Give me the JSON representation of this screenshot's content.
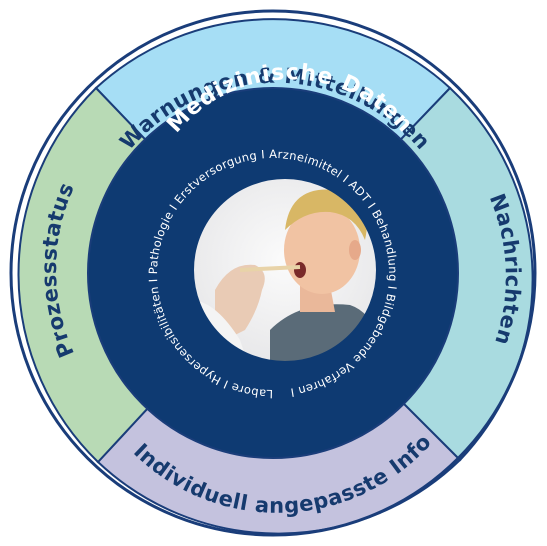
{
  "outer_segments": {
    "top": {
      "label": "Warnungen & Mitteilungen",
      "color": "#a6def5"
    },
    "right": {
      "label": "Nachrichten",
      "color": "#a9dbe0"
    },
    "bottom": {
      "label": "Individuell angepasste Info",
      "color": "#c4c2de"
    },
    "left": {
      "label": "Prozessstatus",
      "color": "#b8dab5"
    }
  },
  "outline_color": "#1a3d7a",
  "inner": {
    "title": "Medizinische Daten",
    "ring_text": "Labore I Hypersensibilitäten I Pathologie I Erstversorgung I Arzneimittel I ADT I Behandlung I Bildgebende Verfahren I",
    "color": "#0e3a72"
  },
  "photo": {
    "description_icon": "child-doctor-photo"
  }
}
